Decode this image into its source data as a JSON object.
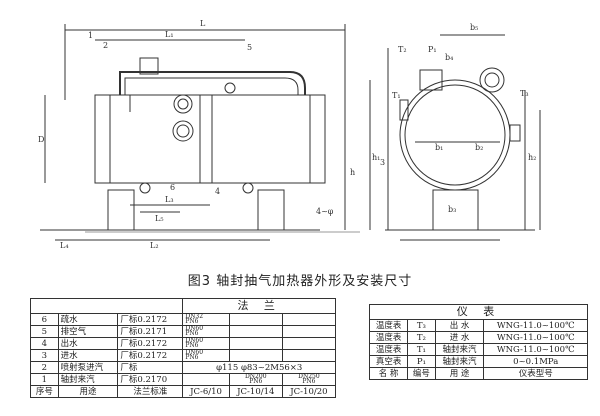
{
  "drawing": {
    "front_labels": {
      "L": "L",
      "L1": "L₁",
      "L2": "L₂",
      "L3": "L₃",
      "L4": "L₄",
      "L5": "L₅",
      "D": "D",
      "n1": "1",
      "n2": "2",
      "n5": "5",
      "n6": "6",
      "n4": "4",
      "h": "h",
      "fixing": "4~φ"
    },
    "side_labels": {
      "T2": "T₂",
      "P1": "P₁",
      "T3": "T₃",
      "T1": "T₁",
      "b1": "b₁",
      "b2": "b₂",
      "b3": "b₃",
      "b4": "b₄",
      "b5": "b₅",
      "h1": "h₁",
      "h2": "h₂",
      "n3": "3"
    }
  },
  "caption": "图3  轴封抽气加热器外形及安装尺寸",
  "flange_table": {
    "title": "法  兰",
    "rows": [
      {
        "no": "6",
        "use": "疏水",
        "std": "厂标0.2172",
        "dn": [
          "DN32",
          "PN6"
        ]
      },
      {
        "no": "5",
        "use": "排空气",
        "std": "厂标0.2171",
        "dn": [
          "DN60",
          "PN6"
        ]
      },
      {
        "no": "4",
        "use": "出水",
        "std": "厂标0.2172",
        "dn": [
          "DN60",
          "PN6"
        ]
      },
      {
        "no": "3",
        "use": "进水",
        "std": "厂标0.2172",
        "dn": [
          "DN60",
          "PN6"
        ]
      },
      {
        "no": "2",
        "use": "喷射泵进汽",
        "std": "厂标",
        "dn": [],
        "extra": "φ115  φ83~2M56×3"
      },
      {
        "no": "1",
        "use": "轴封来汽",
        "std": "厂标0.2170",
        "dn": [],
        "c1": [
          "DN200",
          "PN6"
        ],
        "c2": [
          "DN250",
          "PN6"
        ]
      }
    ],
    "footer": {
      "no": "序号",
      "use": "用途",
      "std": "法兰标准",
      "a": "JC-6/10",
      "b": "JC-10/14",
      "c": "JC-10/20"
    }
  },
  "instrument_table": {
    "title": "仪  表",
    "rows": [
      {
        "name": "温度表",
        "code": "T₃",
        "use": "出  水",
        "model": "WNG-11.0~100℃"
      },
      {
        "name": "温度表",
        "code": "T₂",
        "use": "进  水",
        "model": "WNG-11.0~100℃"
      },
      {
        "name": "温度表",
        "code": "T₁",
        "use": "轴封来汽",
        "model": "WNG-11.0~100℃"
      },
      {
        "name": "真空表",
        "code": "P₁",
        "use": "轴封来汽",
        "model": "0~0.1MPa"
      }
    ],
    "footer": {
      "name": "名  称",
      "code": "编号",
      "use": "用  途",
      "model": "仪表型号"
    }
  }
}
